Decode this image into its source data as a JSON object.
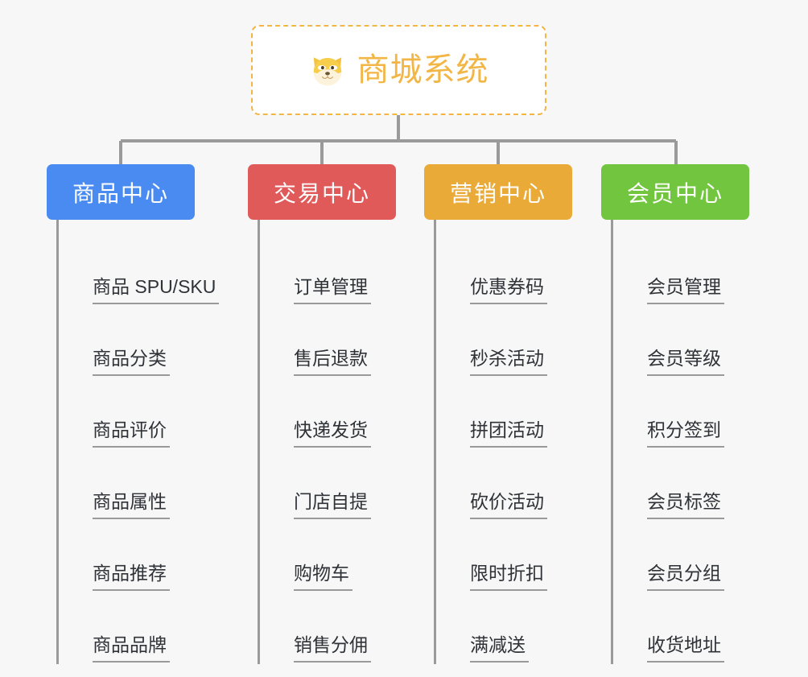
{
  "background_color": "#f7f7f7",
  "root": {
    "title": "商城系统",
    "icon": "dog-face-emoji",
    "text_color": "#f2b646",
    "border_color": "#f2b646"
  },
  "connector_color": "#9a9a9a",
  "columns": [
    {
      "title": "商品中心",
      "color": "#4a8bf2",
      "items": [
        "商品 SPU/SKU",
        "商品分类",
        "商品评价",
        "商品属性",
        "商品推荐",
        "商品品牌"
      ]
    },
    {
      "title": "交易中心",
      "color": "#e05a5a",
      "items": [
        "订单管理",
        "售后退款",
        "快递发货",
        "门店自提",
        "购物车",
        "销售分佣"
      ]
    },
    {
      "title": "营销中心",
      "color": "#eaaa38",
      "items": [
        "优惠券码",
        "秒杀活动",
        "拼团活动",
        "砍价活动",
        "限时折扣",
        "满减送"
      ]
    },
    {
      "title": "会员中心",
      "color": "#72c53e",
      "items": [
        "会员管理",
        "会员等级",
        "积分签到",
        "会员标签",
        "会员分组",
        "收货地址"
      ]
    }
  ]
}
